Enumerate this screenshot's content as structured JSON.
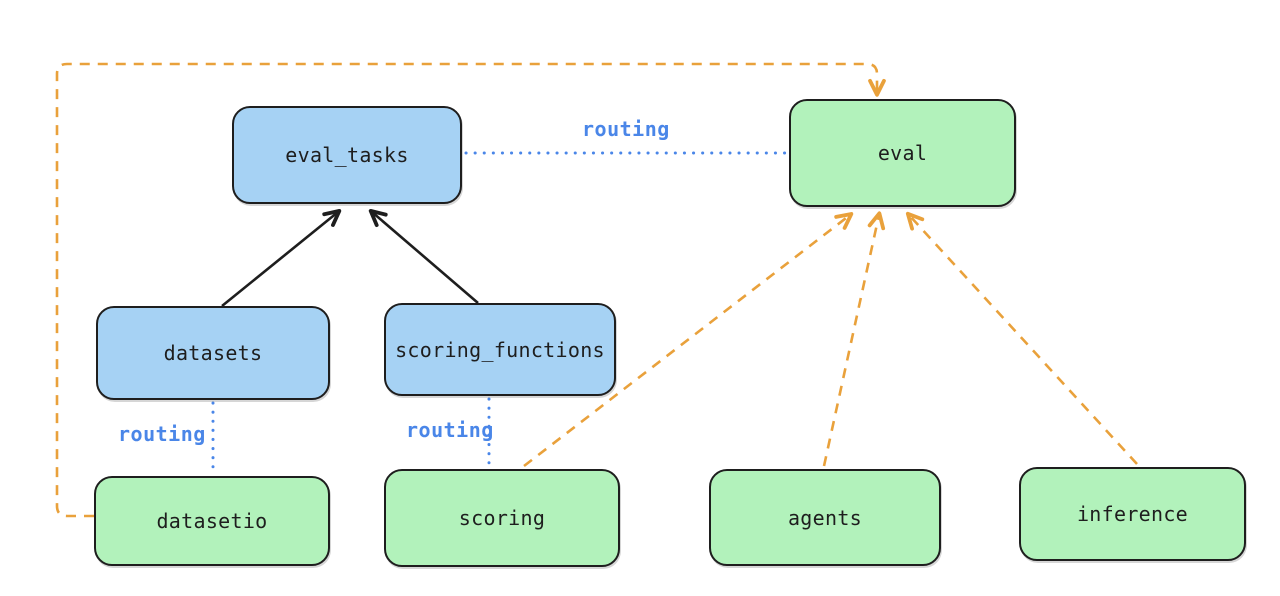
{
  "diagram": {
    "nodes": {
      "eval_tasks": {
        "label": "eval_tasks",
        "fill": "#a6d2f4"
      },
      "eval": {
        "label": "eval",
        "fill": "#b2f2bb"
      },
      "datasets": {
        "label": "datasets",
        "fill": "#a6d2f4"
      },
      "scoring_functions": {
        "label": "scoring_functions",
        "fill": "#a6d2f4"
      },
      "datasetio": {
        "label": "datasetio",
        "fill": "#b2f2bb"
      },
      "scoring": {
        "label": "scoring",
        "fill": "#b2f2bb"
      },
      "agents": {
        "label": "agents",
        "fill": "#b2f2bb"
      },
      "inference": {
        "label": "inference",
        "fill": "#b2f2bb"
      }
    },
    "edges": [
      {
        "from": "datasets",
        "to": "eval_tasks",
        "style": "solid",
        "color": "#1e1e1e",
        "arrow": true
      },
      {
        "from": "scoring_functions",
        "to": "eval_tasks",
        "style": "solid",
        "color": "#1e1e1e",
        "arrow": true
      },
      {
        "from": "eval_tasks",
        "to": "eval",
        "style": "dotted",
        "color": "#4a86e8",
        "arrow": false,
        "label": "routing"
      },
      {
        "from": "datasets",
        "to": "datasetio",
        "style": "dotted",
        "color": "#4a86e8",
        "arrow": false,
        "label": "routing"
      },
      {
        "from": "scoring_functions",
        "to": "scoring",
        "style": "dotted",
        "color": "#4a86e8",
        "arrow": false,
        "label": "routing"
      },
      {
        "from": "scoring",
        "to": "eval",
        "style": "dashed",
        "color": "#e9a13b",
        "arrow": true
      },
      {
        "from": "agents",
        "to": "eval",
        "style": "dashed",
        "color": "#e9a13b",
        "arrow": true
      },
      {
        "from": "inference",
        "to": "eval",
        "style": "dashed",
        "color": "#e9a13b",
        "arrow": true
      },
      {
        "from": "datasetio",
        "to": "eval",
        "style": "dashed",
        "color": "#e9a13b",
        "arrow": true,
        "route": "around-left-and-top"
      }
    ],
    "colors": {
      "node_blue": "#a6d2f4",
      "node_green": "#b2f2bb",
      "stroke": "#1e1e1e",
      "routing_blue": "#4a86e8",
      "orange": "#e9a13b",
      "background": "#ffffff"
    }
  }
}
